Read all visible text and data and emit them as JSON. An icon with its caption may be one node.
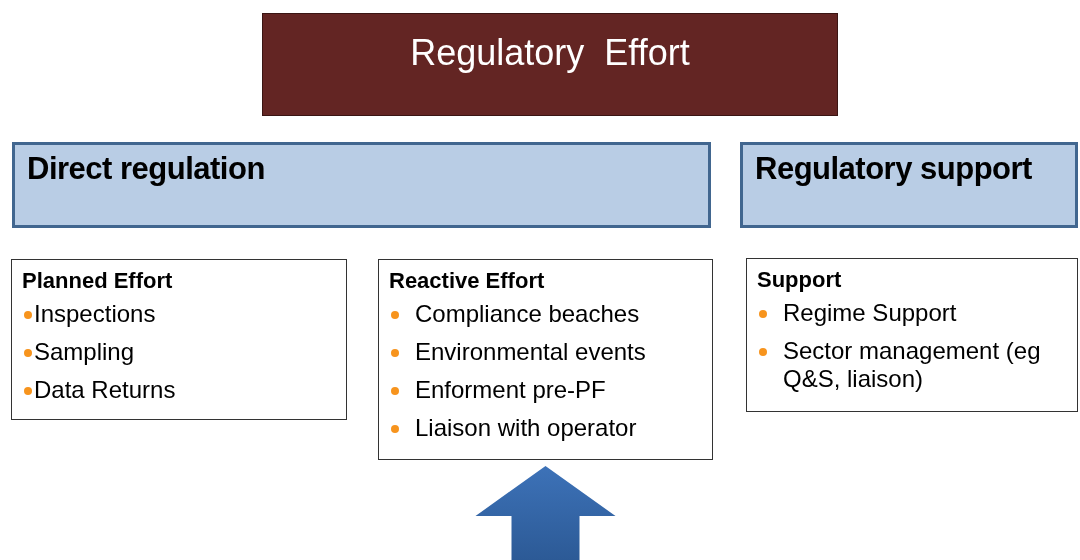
{
  "diagram": {
    "nodes": [
      {
        "text": [
          "Regulatory  Effort"
        ]
      },
      {
        "text": [
          "Direct regulation"
        ]
      },
      {
        "text": [
          "Regulatory support"
        ]
      },
      {
        "text": [
          "Planned Effort",
          "Inspections",
          "Sampling",
          "Data Returns"
        ]
      },
      {
        "text": [
          "Reactive Effort",
          "Compliance beaches",
          "Environmental events",
          "Enforment pre-PF",
          "Liaison with operator"
        ]
      },
      {
        "text": [
          "Support",
          "Regime Support",
          "Sector management (eg Q&S, liaison)"
        ]
      }
    ],
    "edges": [
      {
        "from": null,
        "to": 4,
        "arrow": "to",
        "color": "#3d72b8"
      }
    ]
  }
}
